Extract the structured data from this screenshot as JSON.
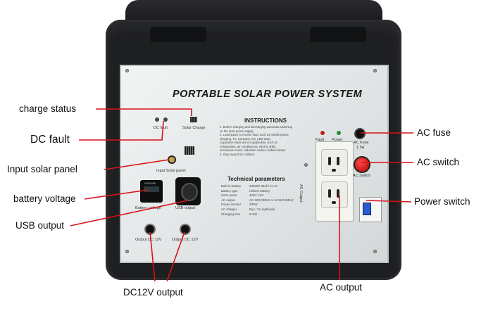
{
  "panel": {
    "title": "PORTABLE SOLAR POWER SYSTEM",
    "dc_fault_label": "DC fault",
    "solar_charge_label": "Solar Charge",
    "input_solar_panel_label": "Input Solar panel",
    "battery_voltage_label": "Battery voltage",
    "usb_output_label": "USB output",
    "output_dc_left": "Output DC 12V",
    "output_dc_right": "Output DC 12V",
    "ac_output_label": "AC Output",
    "fault_label": "Fault",
    "power_label": "Power",
    "ac_fuse_label": "AC Fuse",
    "ac_fuse_rating": "1.5A",
    "ac_switch_label": "AC Switch",
    "voltage_screen_label": "VOLTAGE",
    "instructions": {
      "heading": "INSTRUCTIONS",
      "lines": [
        "1. Built-in charging and discharging automatic switching",
        "   on the main power supply",
        "2. Load space to receive load, such as mobile phone",
        "   charging, TV, computer, fan, LED lamp.",
        "   Capacitive loads are not applicable, such as",
        "   refrigerators, air conditioners, electric drills,",
        "   microwave ovens, induction cooker, sodium lamps.",
        "3. Stay away from children"
      ]
    },
    "technical": {
      "heading": "Technical parameters",
      "rows": [
        {
          "k": "Built-in battery",
          "v": "333Wh/ 30Ah/ 11.1V"
        },
        {
          "k": "Battery type",
          "v": "Lithium battery"
        },
        {
          "k": "Solar panel",
          "v": "42W / 18V"
        },
        {
          "k": "AC output",
          "v": "AC 220V/50Hz or AC110V/60Hz"
        },
        {
          "k": "Power inverter",
          "v": "300W"
        },
        {
          "k": "AC charger",
          "v": "Buy / 2A (optional)"
        },
        {
          "k": "Charging time",
          "v": "8-10h"
        }
      ]
    }
  },
  "callouts": {
    "charge_status": "charge status",
    "dc_fault": "DC  fault",
    "input_solar_panel": "Input solar panel",
    "battery_voltage": "battery voltage",
    "usb_output": "USB output",
    "dc12v_output": "DC12V  output",
    "ac_fuse": "AC fuse",
    "ac_switch": "AC switch",
    "power_switch": "Power switch",
    "ac_output": "AC output"
  },
  "colors": {
    "callout_line": "#d8121a",
    "case": "#1e1f21",
    "panel": "#e4e8e9",
    "switch_red": "#d01010",
    "breaker_blue": "#2a5bd7"
  },
  "icons": [
    "solar-panel-icon",
    "charge-led-icon",
    "fault-led-icon",
    "fuse-icon",
    "switch-icon"
  ]
}
